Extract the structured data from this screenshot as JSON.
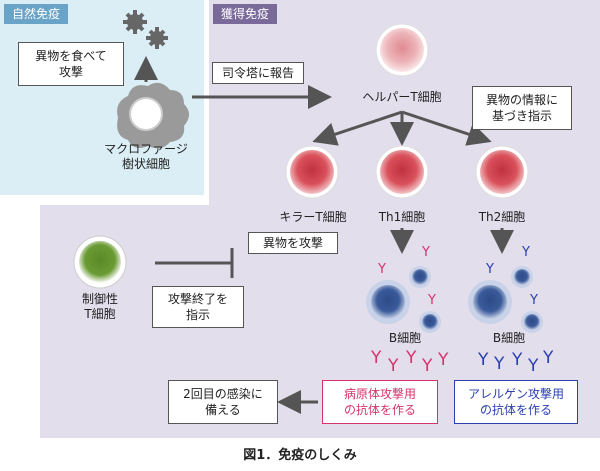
{
  "regions": {
    "innate_label": "自然免疫",
    "acquired_label": "獲得免疫"
  },
  "boxes": {
    "eat_attack": [
      "異物を食べて",
      "攻撃"
    ],
    "report": "司令塔に報告",
    "instruct": [
      "異物の情報に",
      "基づき指示"
    ],
    "attack": "異物を攻撃",
    "stop": [
      "攻撃終了を",
      "指示"
    ],
    "pathogen": [
      "病原体攻撃用",
      "の抗体を作る"
    ],
    "allergen": [
      "アレルゲン攻撃用",
      "の抗体を作る"
    ],
    "second": [
      "2回目の感染に",
      "備える"
    ]
  },
  "cells": {
    "macrophage": [
      "マクロファージ",
      "樹状細胞"
    ],
    "helper": "ヘルパーT細胞",
    "killer": "キラーT細胞",
    "th1": "Th1細胞",
    "th2": "Th2細胞",
    "regulatory": [
      "制御性",
      "T細胞"
    ],
    "b1": "B細胞",
    "b2": "B細胞"
  },
  "antibody_glyph": "Y",
  "colors": {
    "innate_bg": "#dbeef5",
    "acquired_bg": "#e3deec",
    "red_cell": "#d9505a",
    "pink_cell": "#ecb4b8",
    "green_cell": "#6a9a32",
    "b_cell": "#3a5a9a",
    "pathogen_text": "#d6336c",
    "allergen_text": "#2a3fb0",
    "arrow": "#555555"
  },
  "caption": "図1．免疫のしくみ"
}
